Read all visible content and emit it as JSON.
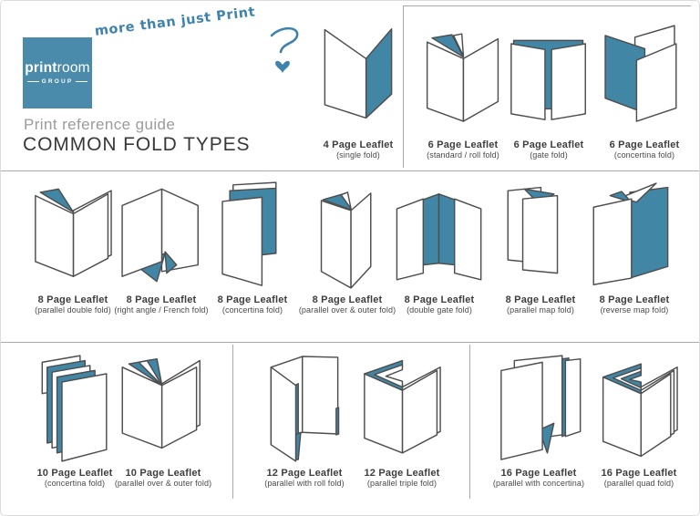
{
  "colors": {
    "accent_teal": "#4187a5",
    "logo_teal": "#4a8aab",
    "handwriting_teal": "#3f83ad",
    "outline_gray": "#4e4e4e",
    "divider_gray": "#aaaaaa",
    "subtitle_gray": "#9b9b9b",
    "title_dark": "#383838"
  },
  "brand": {
    "name_bold": "print",
    "name_light": "room",
    "group_label": "GROUP",
    "tagline": "more than just Print",
    "doodle_icon": "curly-arrow-heart-icon"
  },
  "header": {
    "subtitle": "Print reference guide",
    "title": "COMMON FOLD TYPES"
  },
  "cards": {
    "r1": [
      {
        "figure": "single-fold",
        "title": "4 Page Leaflet",
        "subtitle": "(single fold)"
      },
      {
        "figure": "standard-roll-fold",
        "title": "6 Page Leaflet",
        "subtitle": "(standard / roll fold)"
      },
      {
        "figure": "gate-fold",
        "title": "6 Page Leaflet",
        "subtitle": "(gate fold)"
      },
      {
        "figure": "concertina-fold",
        "title": "6 Page Leaflet",
        "subtitle": "(concertina fold)"
      }
    ],
    "r2": [
      {
        "figure": "parallel-double-fold",
        "title": "8 Page Leaflet",
        "subtitle": "(parallel double fold)"
      },
      {
        "figure": "right-angle-french-fold",
        "title": "8 Page Leaflet",
        "subtitle": "(right angle / French fold)"
      },
      {
        "figure": "concertina-fold-8",
        "title": "8 Page Leaflet",
        "subtitle": "(concertina fold)"
      },
      {
        "figure": "parallel-over-outer-fold",
        "title": "8 Page Leaflet",
        "subtitle": "(parallel over & outer fold)"
      },
      {
        "figure": "double-gate-fold",
        "title": "8 Page Leaflet",
        "subtitle": "(double gate fold)"
      },
      {
        "figure": "parallel-map-fold",
        "title": "8 Page Leaflet",
        "subtitle": "(parallel map fold)"
      },
      {
        "figure": "reverse-map-fold",
        "title": "8 Page Leaflet",
        "subtitle": "(reverse map fold)"
      }
    ],
    "r3": [
      {
        "figure": "concertina-fold-10",
        "title": "10 Page Leaflet",
        "subtitle": "(concertina fold)"
      },
      {
        "figure": "parallel-over-outer-fold-10",
        "title": "10 Page Leaflet",
        "subtitle": "(parallel over & outer fold)"
      },
      {
        "figure": "parallel-with-roll-fold",
        "title": "12 Page Leaflet",
        "subtitle": "(parallel with roll fold)"
      },
      {
        "figure": "parallel-triple-fold",
        "title": "12 Page Leaflet",
        "subtitle": "(parallel triple fold)"
      },
      {
        "figure": "parallel-with-concertina",
        "title": "16 Page Leaflet",
        "subtitle": "(parallel with concertina)"
      },
      {
        "figure": "parallel-quad-fold",
        "title": "16 Page Leaflet",
        "subtitle": "(parallel quad fold)"
      }
    ]
  }
}
